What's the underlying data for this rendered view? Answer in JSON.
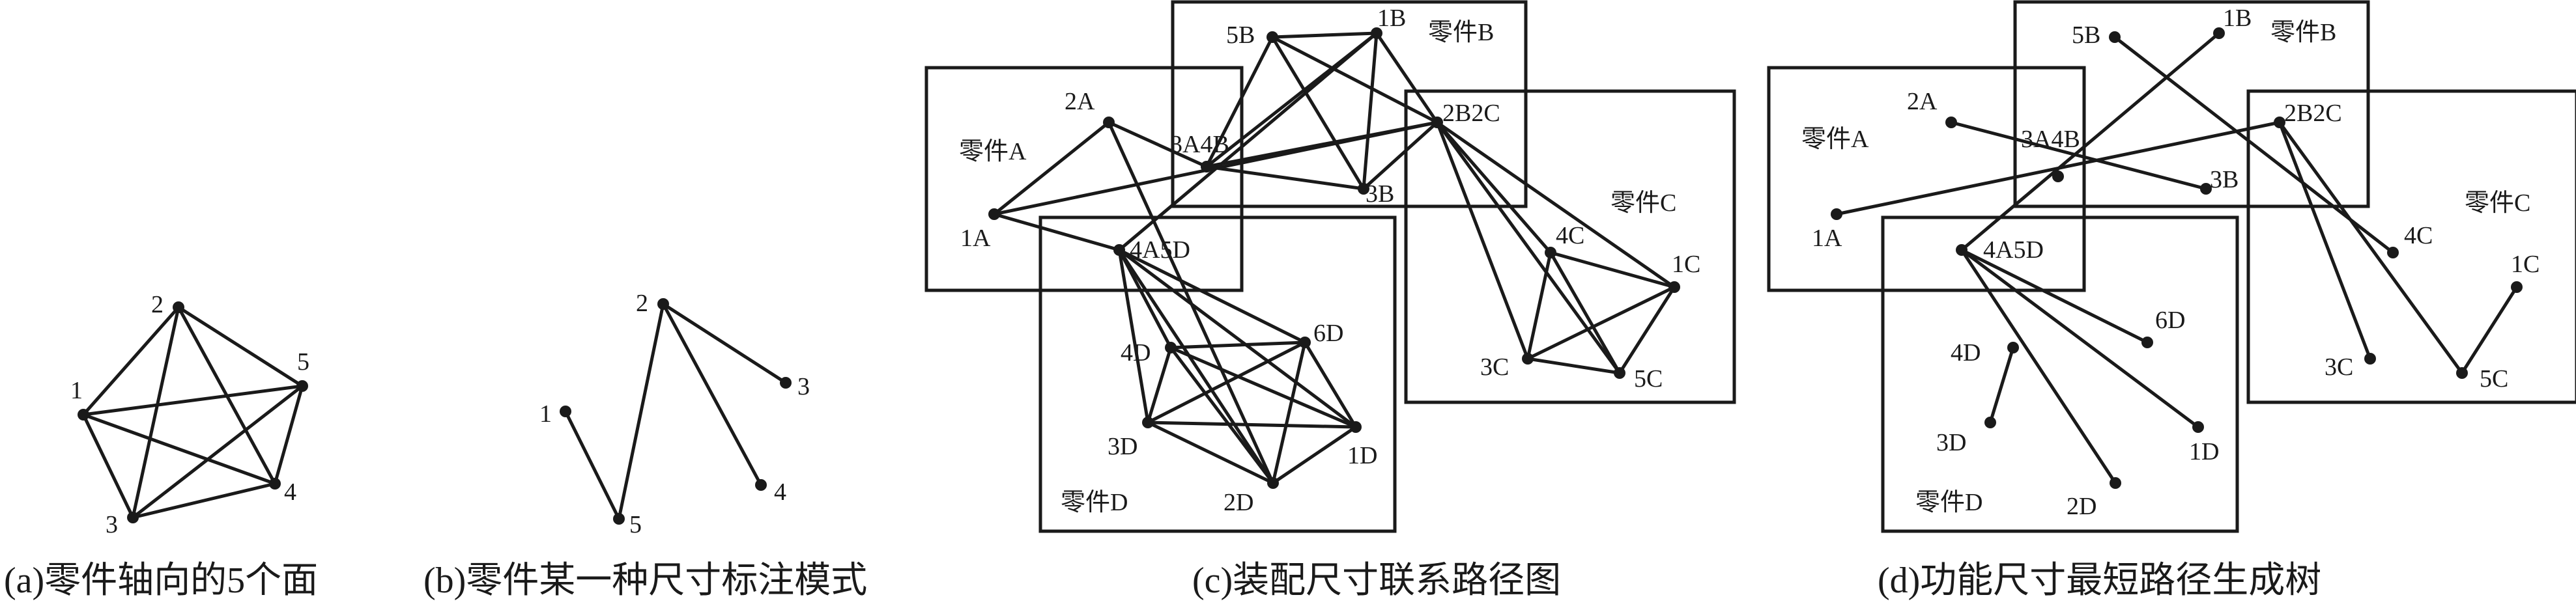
{
  "panels": {
    "a": {
      "caption": "(a)零件轴向的5个面",
      "nodes": [
        "1",
        "2",
        "3",
        "4",
        "5"
      ]
    },
    "b": {
      "caption": "(b)零件某一种尺寸标注模式",
      "nodes": [
        "1",
        "2",
        "3",
        "4",
        "5"
      ]
    },
    "c": {
      "caption": "(c)装配尺寸联系路径图",
      "parts": [
        "零件A",
        "零件B",
        "零件C",
        "零件D"
      ],
      "nodes": [
        "1A",
        "2A",
        "3A4B",
        "5B",
        "1B",
        "2B2C",
        "3B",
        "4A5D",
        "4C",
        "1C",
        "3C",
        "5C",
        "4D",
        "6D",
        "3D",
        "2D",
        "1D"
      ]
    },
    "d": {
      "caption": "(d)功能尺寸最短路径生成树",
      "parts": [
        "零件A",
        "零件B",
        "零件C",
        "零件D"
      ],
      "nodes": [
        "1A",
        "2A",
        "3A4B",
        "5B",
        "1B",
        "2B2C",
        "3B",
        "4A5D",
        "4C",
        "1C",
        "3C",
        "5C",
        "4D",
        "6D",
        "3D",
        "2D",
        "1D"
      ]
    }
  }
}
